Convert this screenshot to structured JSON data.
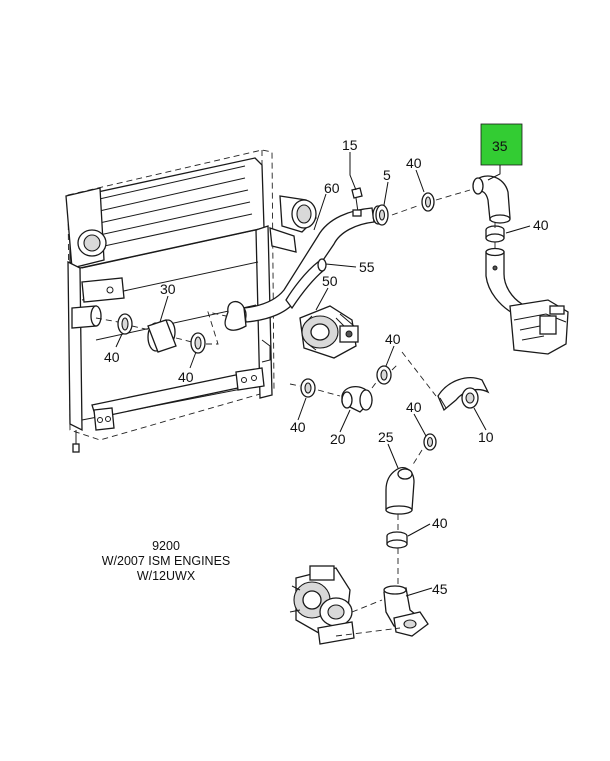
{
  "callouts": {
    "c15": "15",
    "c5": "5",
    "c40a": "40",
    "c35": "35",
    "c40b": "40",
    "c60": "60",
    "c55": "55",
    "c50": "50",
    "c30": "30",
    "c40c": "40",
    "c40d": "40",
    "c40e": "40",
    "c40f": "40",
    "c20": "20",
    "c40g": "40",
    "c10": "10",
    "c25": "25",
    "c40h": "40",
    "c45": "45"
  },
  "caption": {
    "line1": "9200",
    "line2": "W/2007 ISM ENGINES",
    "line3": "W/12UWX"
  },
  "highlight": {
    "color": "#33cc33",
    "callout": "35"
  }
}
